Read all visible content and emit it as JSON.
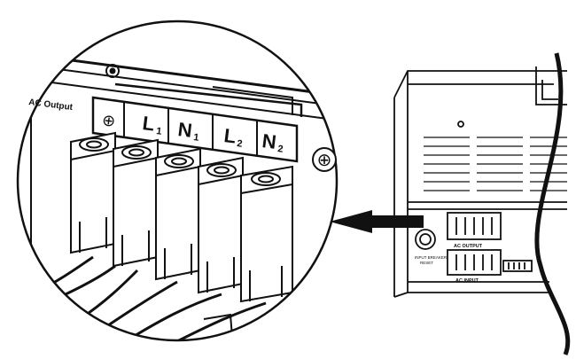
{
  "zoom_panel": {
    "header_label": "AC Output",
    "terminals": [
      {
        "type": "ground",
        "label": "⊕"
      },
      {
        "type": "text",
        "letter": "L",
        "subscript": "1"
      },
      {
        "type": "text",
        "letter": "N",
        "subscript": "1"
      },
      {
        "type": "text",
        "letter": "L",
        "subscript": "2"
      },
      {
        "type": "text",
        "letter": "N",
        "subscript": "2"
      }
    ],
    "side_ground_symbol": "⊕"
  },
  "unit": {
    "ac_output_label": "AC OUTPUT",
    "ac_input_label": "AC INPUT",
    "knob_label_line1": "INPUT BREAKER",
    "knob_label_line2": "RESET"
  },
  "colors": {
    "stroke": "#111111",
    "background": "#ffffff",
    "arrow": "#111111"
  }
}
